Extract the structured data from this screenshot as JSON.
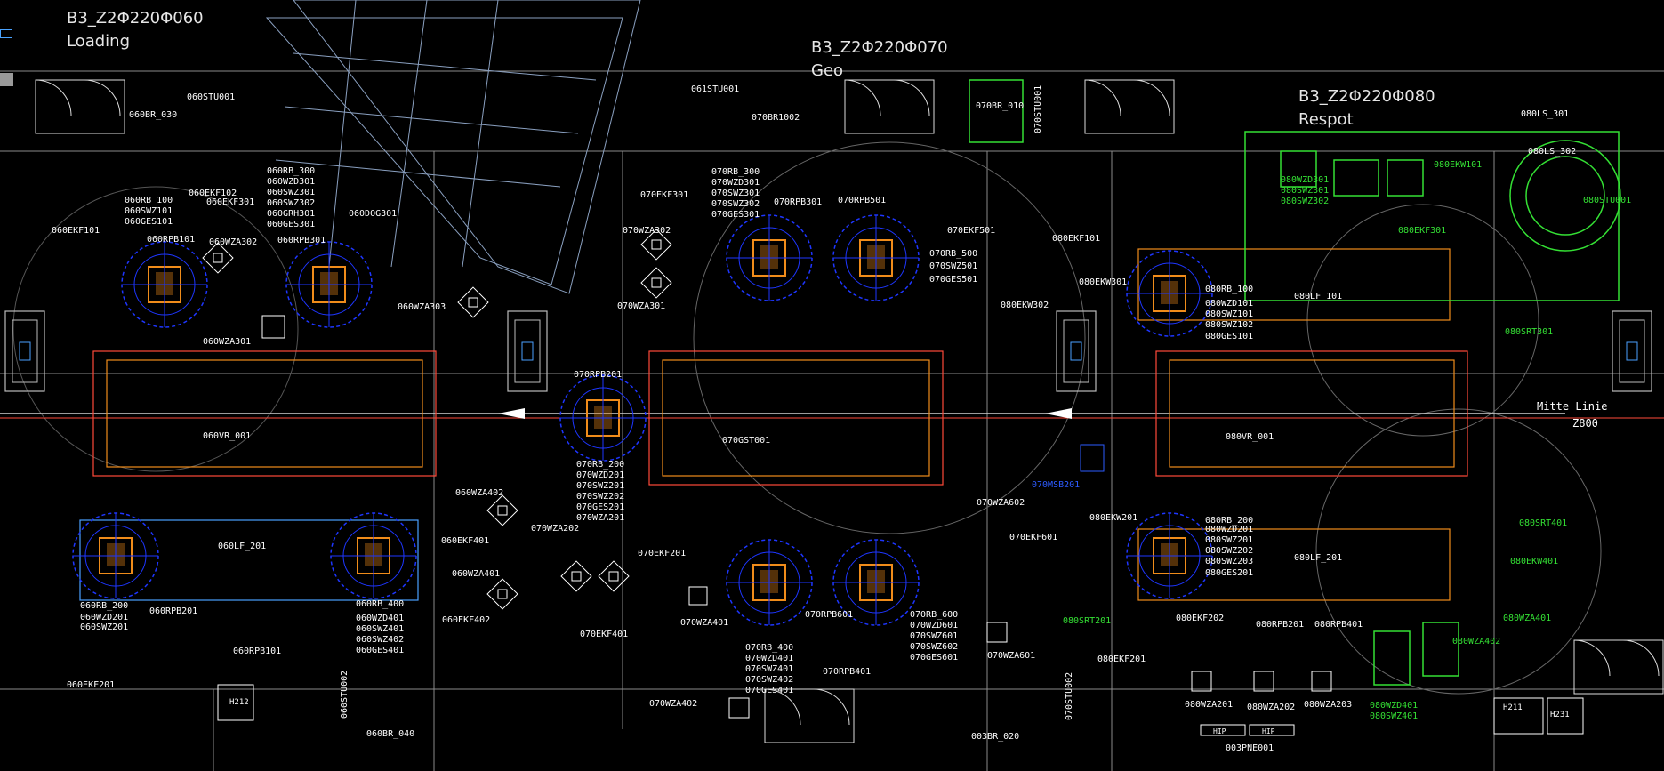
{
  "sections": {
    "loading": {
      "code": "B3_Z2Φ220Φ060",
      "name": "Loading"
    },
    "geo": {
      "code": "B3_Z2Φ220Φ070",
      "name": "Geo"
    },
    "respot": {
      "code": "B3_Z2Φ220Φ080",
      "name": "Respot"
    }
  },
  "cell_labels": {
    "s060": [
      "060STU001",
      "060BR_030",
      "060EKF102",
      "060EKF301",
      "060RB_100",
      "060SWZ101",
      "060GES101",
      "060EKF101",
      "060RPB101",
      "060WZA302",
      "060RPB301",
      "060RB_300",
      "060WZD301",
      "060SWZ301",
      "060SWZ302",
      "060GRH301",
      "060GES301",
      "060DOG301",
      "060WZA303",
      "060WZA301",
      "060VR_001",
      "060LF_201",
      "060RB_200",
      "060WZD201",
      "060SWZ201",
      "060RPB201",
      "060RB_400",
      "060WZD401",
      "060SWZ401",
      "060SWZ402",
      "060GES401",
      "060RPB101",
      "060EKF201",
      "060STU002",
      "060BR_040",
      "060WZA402",
      "060EKF401",
      "060WZA401",
      "060EKF402"
    ],
    "s070": [
      "061STU001",
      "070BR1002",
      "070BR_010",
      "070STU001",
      "070EKF301",
      "070RB_300",
      "070WZD301",
      "070SWZ301",
      "070SWZ302",
      "070GES301",
      "070RPB301",
      "070RPB501",
      "070EKF501",
      "070WZA302",
      "070WZA301",
      "070RB_500",
      "070SWZ501",
      "070GES501",
      "070RPB201",
      "070RB_200",
      "070WZD201",
      "070SWZ201",
      "070SWZ202",
      "070GES201",
      "070WZA201",
      "070GST001",
      "070WZA202",
      "070EKF201",
      "070EKF401",
      "070WZA401",
      "070RPB601",
      "070RB_600",
      "070WZD601",
      "070SWZ601",
      "070SWZ602",
      "070GES601",
      "070RB_400",
      "070WZD401",
      "070SWZ401",
      "070SWZ402",
      "070GES401",
      "070RPB401",
      "070WZA402",
      "070STU002",
      "003BR_020",
      "070WZA602",
      "070WZA601",
      "070EKF601",
      "070MSB201"
    ],
    "s080": [
      "080LS_301",
      "080LS_302",
      "080EKF101",
      "080EKW301",
      "080EKW302",
      "080RB_100",
      "080WZD101",
      "080SWZ101",
      "080SWZ102",
      "080GES101",
      "080LF_101",
      "080VR_001",
      "080RB_200",
      "080WZD201",
      "080SWZ201",
      "080SWZ202",
      "080SWZ203",
      "080GES201",
      "080LF_201",
      "080EKW201",
      "080EKF201",
      "080SRT201",
      "080RPB201",
      "080EKF202",
      "080RPB401",
      "080WZA201",
      "080WZA202",
      "080WZA203",
      "080SRT301",
      "080SRT401",
      "080EKW401",
      "080WZA401",
      "080WZA402",
      "080WZD401",
      "080SWZ401",
      "080EKW101",
      "080WZD301",
      "080SWZ301",
      "080SWZ302",
      "080EKF301",
      "003PNE001",
      "080STU001"
    ]
  },
  "markers": {
    "mittellinie": "Mitte Linie",
    "z_coord": "Z800",
    "h212": "H212",
    "h211": "H211",
    "h231": "H231",
    "hip1": "HIP",
    "hip2": "HIP"
  },
  "colors": {
    "background": "#000000",
    "text": "#ffffff",
    "robot": "#1e36ff",
    "gripper": "#f08c1a",
    "fixture": "#ff4a3a",
    "respot_green": "#34e034",
    "grid": "#8a8a8a"
  }
}
